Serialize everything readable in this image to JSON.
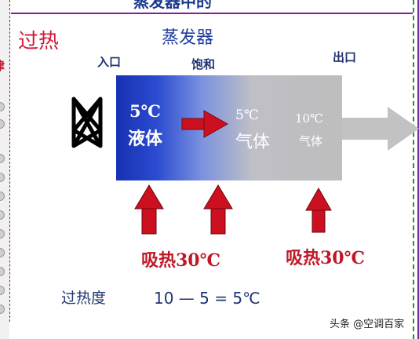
{
  "top_partial_title": "蒸发器中的",
  "side_mark": "律",
  "title_left": "过热",
  "title_center": "蒸发器",
  "labels": {
    "inlet": "入口",
    "saturated": "饱和",
    "outlet": "出口"
  },
  "states": {
    "inlet_temp": "5℃",
    "inlet_phase": "液体",
    "mid_temp": "5℃",
    "mid_phase": "气体",
    "outlet_temp": "10℃",
    "outlet_phase": "气体"
  },
  "heat_absorption": {
    "left": "吸热30℃",
    "right": "吸热30℃"
  },
  "superheat": {
    "label": "过热度",
    "formula": "10 — 5 = 5℃"
  },
  "watermark": "头条 @空调百家",
  "colors": {
    "evaporator_inlet": "#1730b2",
    "evaporator_outlet": "#bebebe",
    "heat_arrow": "#cc1020",
    "title_red": "#d01a3a",
    "title_blue": "#1f3f9c"
  }
}
